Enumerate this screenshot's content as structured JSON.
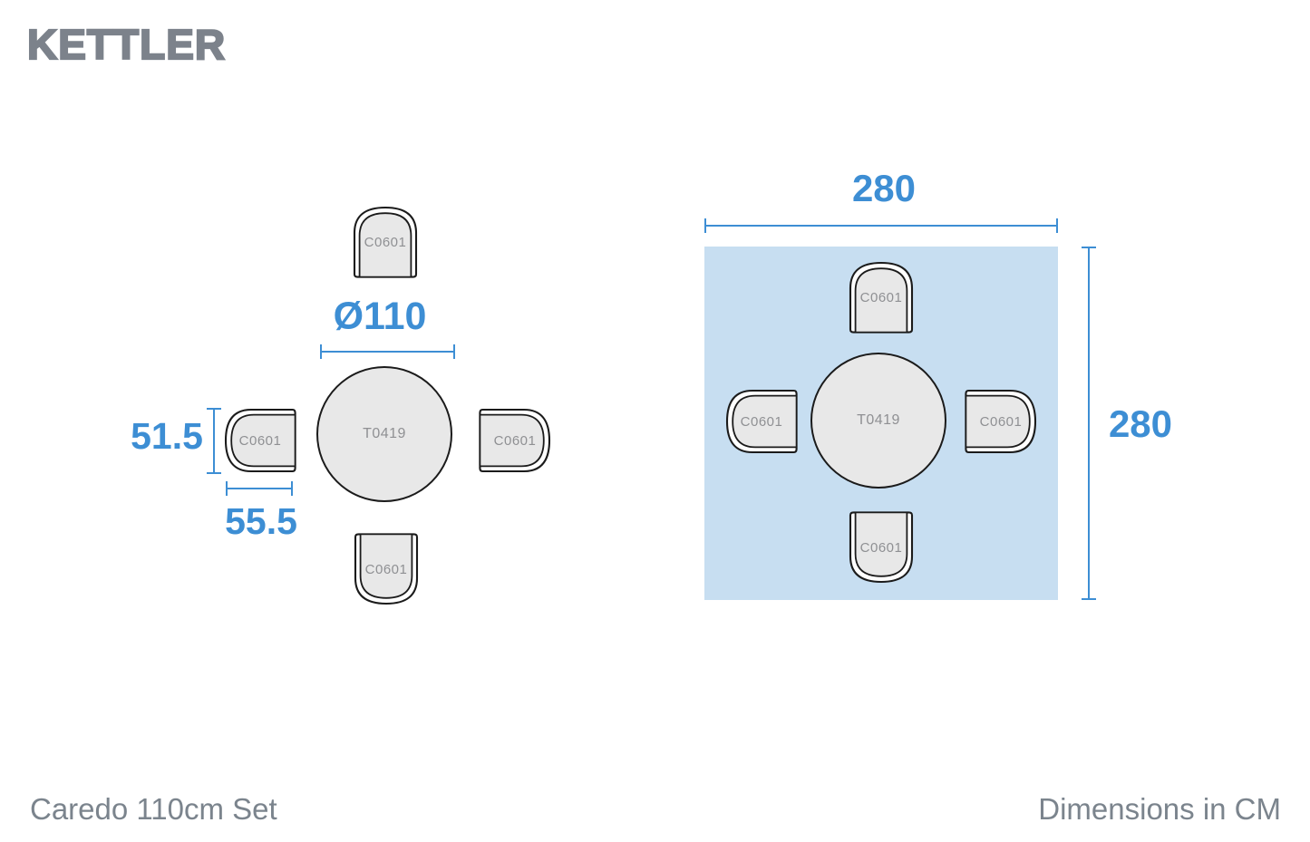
{
  "brand": {
    "logo": "KETTLER"
  },
  "colors": {
    "accent_blue": "#3d8ed4",
    "clearance_fill": "#c7def1",
    "furniture_fill": "#e8e8e8",
    "outline": "#1b1b1b",
    "label_gray": "#7b848d",
    "code_gray": "#8f9093"
  },
  "set_diagram": {
    "table_code": "T0419",
    "chair_code": "C0601",
    "table_diameter_label": "Ø110",
    "chair_depth_label": "51.5",
    "chair_width_label": "55.5"
  },
  "clearance_diagram": {
    "table_code": "T0419",
    "chair_code": "C0601",
    "width_label": "280",
    "height_label": "280"
  },
  "footer": {
    "product_name": "Caredo 110cm Set",
    "units_note": "Dimensions in CM"
  }
}
